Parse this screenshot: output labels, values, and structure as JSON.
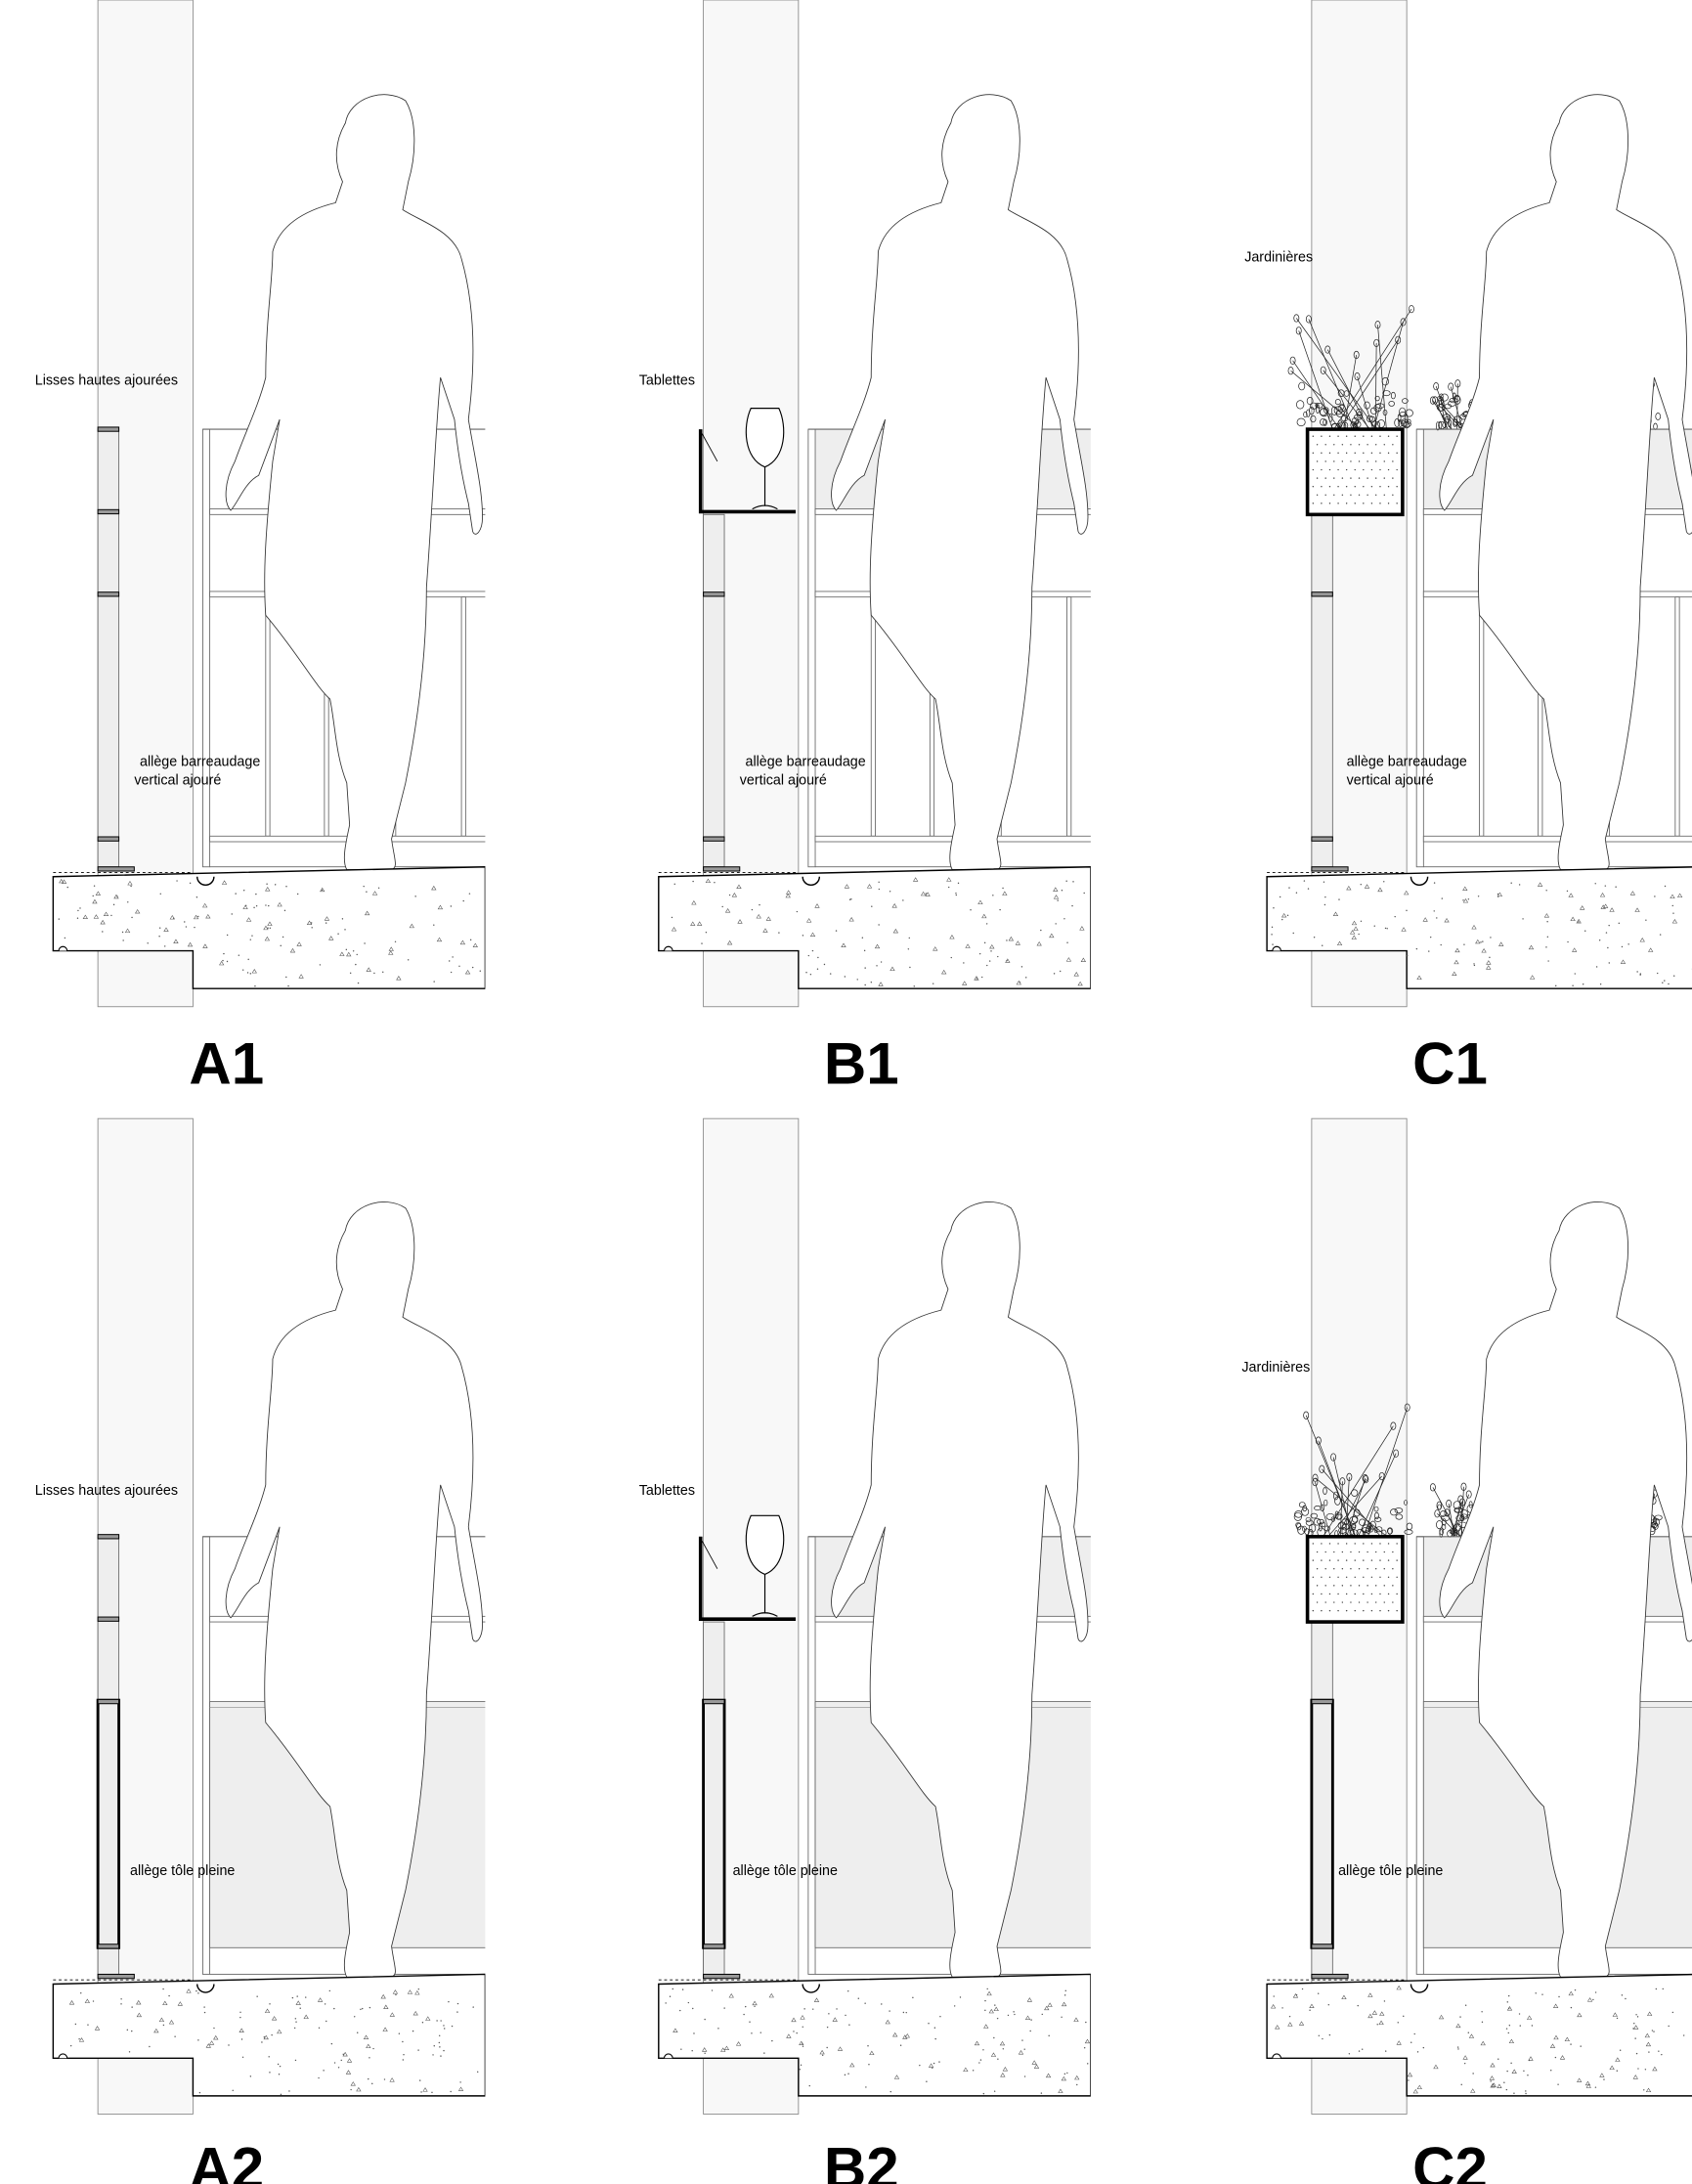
{
  "panels": [
    {
      "id": "A1",
      "type": "A",
      "row": 1,
      "label": "A1",
      "top_label": "Lisses hautes ajourées",
      "bottom_label_1": "allège barreaudage",
      "bottom_label_2": "vertical ajouré"
    },
    {
      "id": "B1",
      "type": "B",
      "row": 1,
      "label": "B1",
      "top_label": "Tablettes",
      "bottom_label_1": "allège barreaudage",
      "bottom_label_2": "vertical ajouré"
    },
    {
      "id": "C1",
      "type": "C",
      "row": 1,
      "label": "C1",
      "top_label": "Jardinières",
      "bottom_label_1": "allège barreaudage",
      "bottom_label_2": "vertical ajouré"
    },
    {
      "id": "A2",
      "type": "A",
      "row": 2,
      "label": "A2",
      "top_label": "Lisses hautes ajourées",
      "bottom_label_1": "allège tôle pleine"
    },
    {
      "id": "B2",
      "type": "B",
      "row": 2,
      "label": "B2",
      "top_label": "Tablettes",
      "bottom_label_1": "allège tôle pleine"
    },
    {
      "id": "C2",
      "type": "C",
      "row": 2,
      "label": "C2",
      "top_label": "Jardinières",
      "bottom_label_1": "allège tôle pleine"
    }
  ]
}
